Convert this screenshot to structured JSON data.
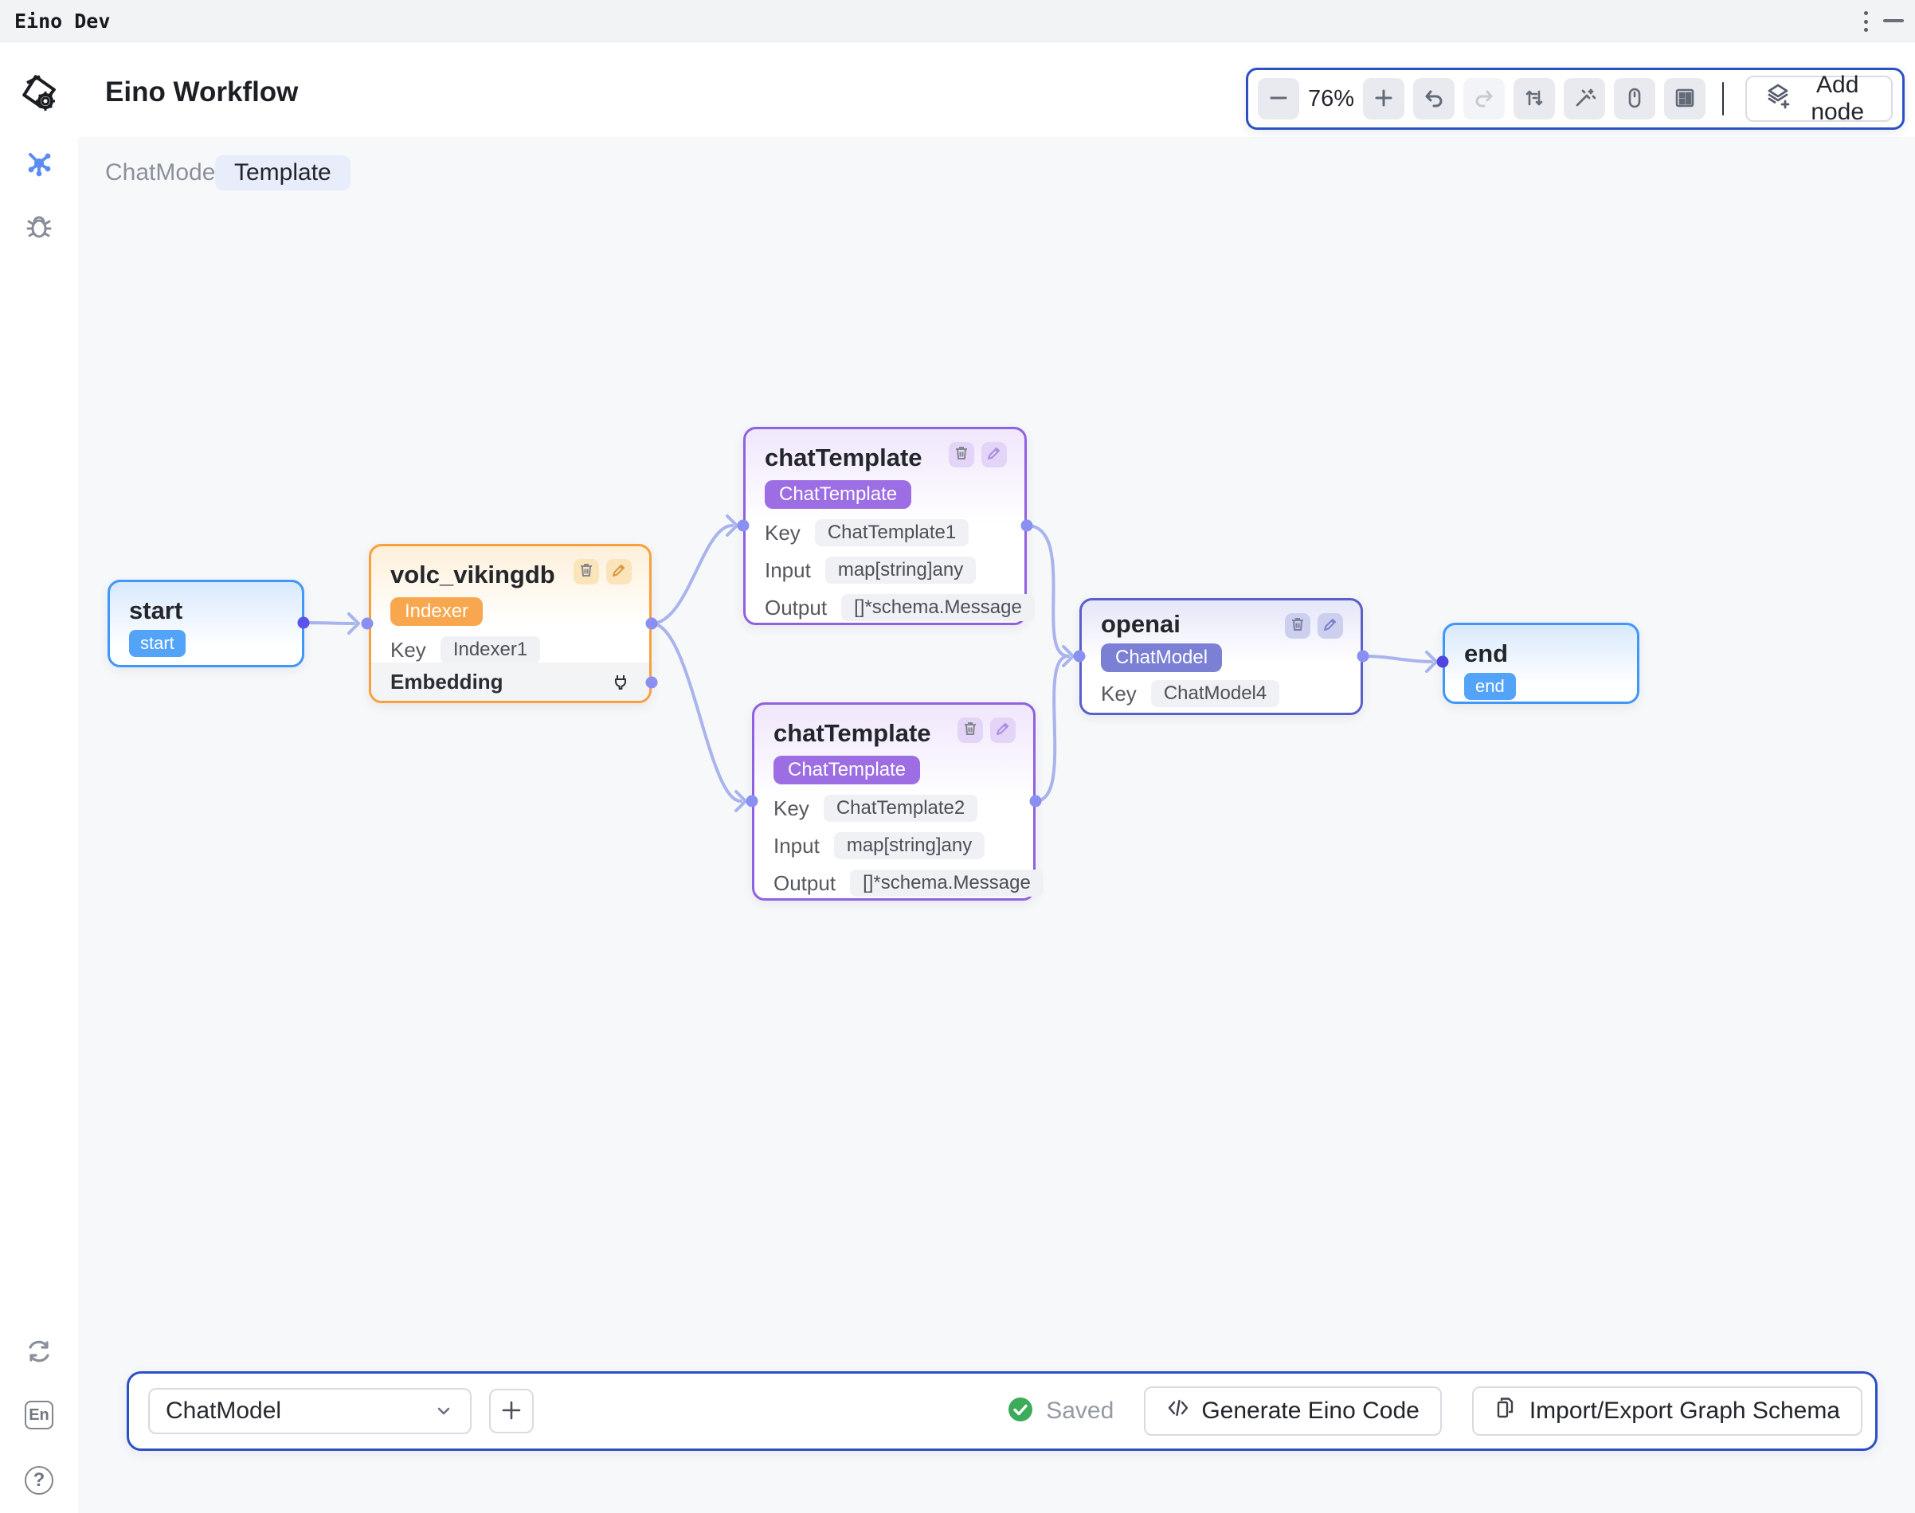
{
  "titlebar": {
    "app_title": "Eino Dev"
  },
  "header": {
    "title": "Eino Workflow"
  },
  "sidebar": {
    "language_label": "En",
    "help_label": "?"
  },
  "tabs": {
    "chatmodel": "ChatModel",
    "template": "Template"
  },
  "toolbar": {
    "zoom_level": "76%",
    "add_node": "Add node"
  },
  "nodes": {
    "start": {
      "title": "start",
      "badge": "start"
    },
    "volc": {
      "title": "volc_vikingdb",
      "badge": "Indexer",
      "key_label": "Key",
      "key_value": "Indexer1",
      "section": "Embedding"
    },
    "ct1": {
      "title": "chatTemplate",
      "badge": "ChatTemplate",
      "rows": [
        {
          "label": "Key",
          "value": "ChatTemplate1"
        },
        {
          "label": "Input",
          "value": "map[string]any"
        },
        {
          "label": "Output",
          "value": "[]*schema.Message"
        }
      ]
    },
    "ct2": {
      "title": "chatTemplate",
      "badge": "ChatTemplate",
      "rows": [
        {
          "label": "Key",
          "value": "ChatTemplate2"
        },
        {
          "label": "Input",
          "value": "map[string]any"
        },
        {
          "label": "Output",
          "value": "[]*schema.Message"
        }
      ]
    },
    "openai": {
      "title": "openai",
      "badge": "ChatModel",
      "key_label": "Key",
      "key_value": "ChatModel4"
    },
    "end": {
      "title": "end",
      "badge": "end"
    }
  },
  "bottombar": {
    "graph_select": "ChatModel",
    "saved": "Saved",
    "generate": "Generate Eino Code",
    "import_export": "Import/Export Graph Schema"
  },
  "icons": {
    "minus": "−",
    "plus": "+",
    "undo": "↶",
    "redo": "↷",
    "auto_layout": "⇅",
    "magic_wand": "✦",
    "mouse": "🖱",
    "minimap": "▦",
    "add_node_layers": "⧉",
    "trash": "🗑",
    "edit": "✎",
    "plug": "⌁",
    "check": "✓",
    "chevron_down": "⌄",
    "code": "</>",
    "document": "📄",
    "kebab": "⋮",
    "minimize": "—",
    "sync": "⟳",
    "graph": "✳",
    "bug": "🐞"
  },
  "colors": {
    "toolbar_border": "#2c50c4",
    "accent_blue": "#3f97f7",
    "indexer_orange": "#f9a03c",
    "template_purple": "#9061e0",
    "chatmodel_indigo": "#5a60c8",
    "edge": "#a9b4ec",
    "port": "#8a8ff2",
    "port_dark": "#5b54e8",
    "saved_green": "#3cab5a",
    "canvas_bg": "#f7f8fa",
    "titlebar_bg": "#f2f3f5"
  }
}
